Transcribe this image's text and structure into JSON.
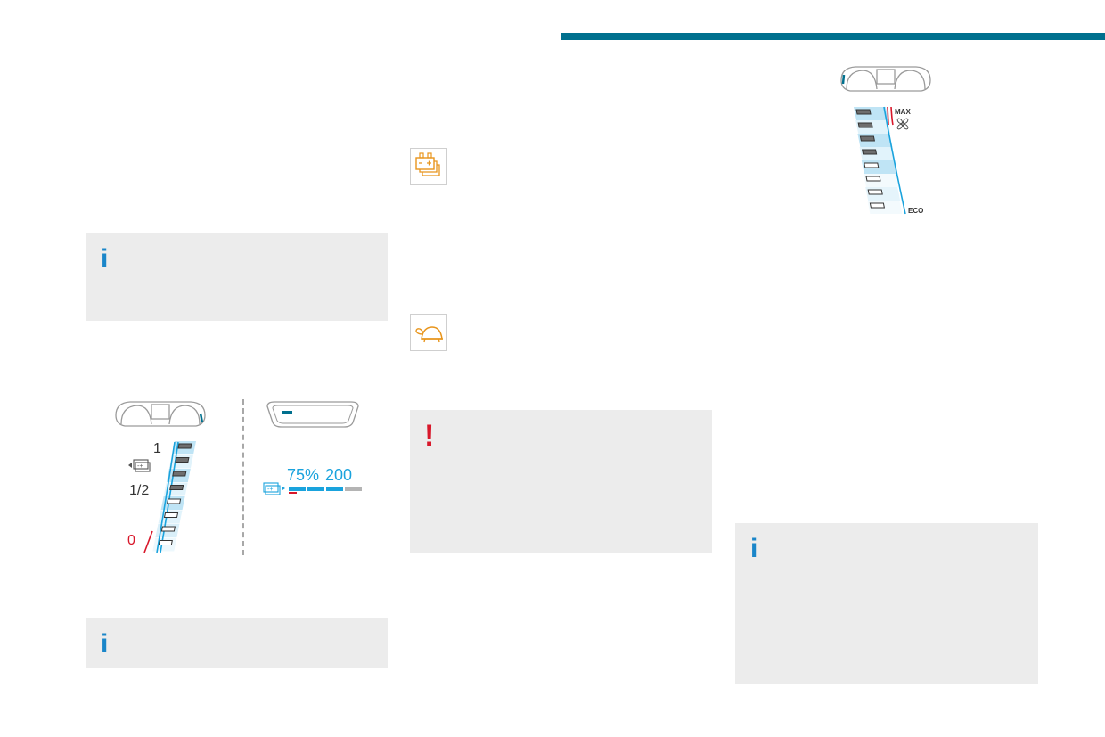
{
  "page": {
    "accent_color": "#00708e",
    "info_color": "#1a86c9",
    "warning_color": "#d8172a",
    "gauge_color": "#1aa3dd"
  },
  "icons": {
    "battery_charge": "battery-charge-warning-icon",
    "turtle": "reduced-power-turtle-icon",
    "info": "info-icon",
    "warning": "warning-exclamation-icon"
  },
  "notes": {
    "info_1": "i",
    "info_2": "i",
    "info_3": "i",
    "warning": "!"
  },
  "charge_gauge": {
    "full": "1",
    "half": "1/2",
    "empty": "0"
  },
  "digital_display": {
    "percent": "75%",
    "range": "200",
    "level": 0.75
  },
  "power_gauge": {
    "max": "MAX",
    "eco": "ECO"
  }
}
